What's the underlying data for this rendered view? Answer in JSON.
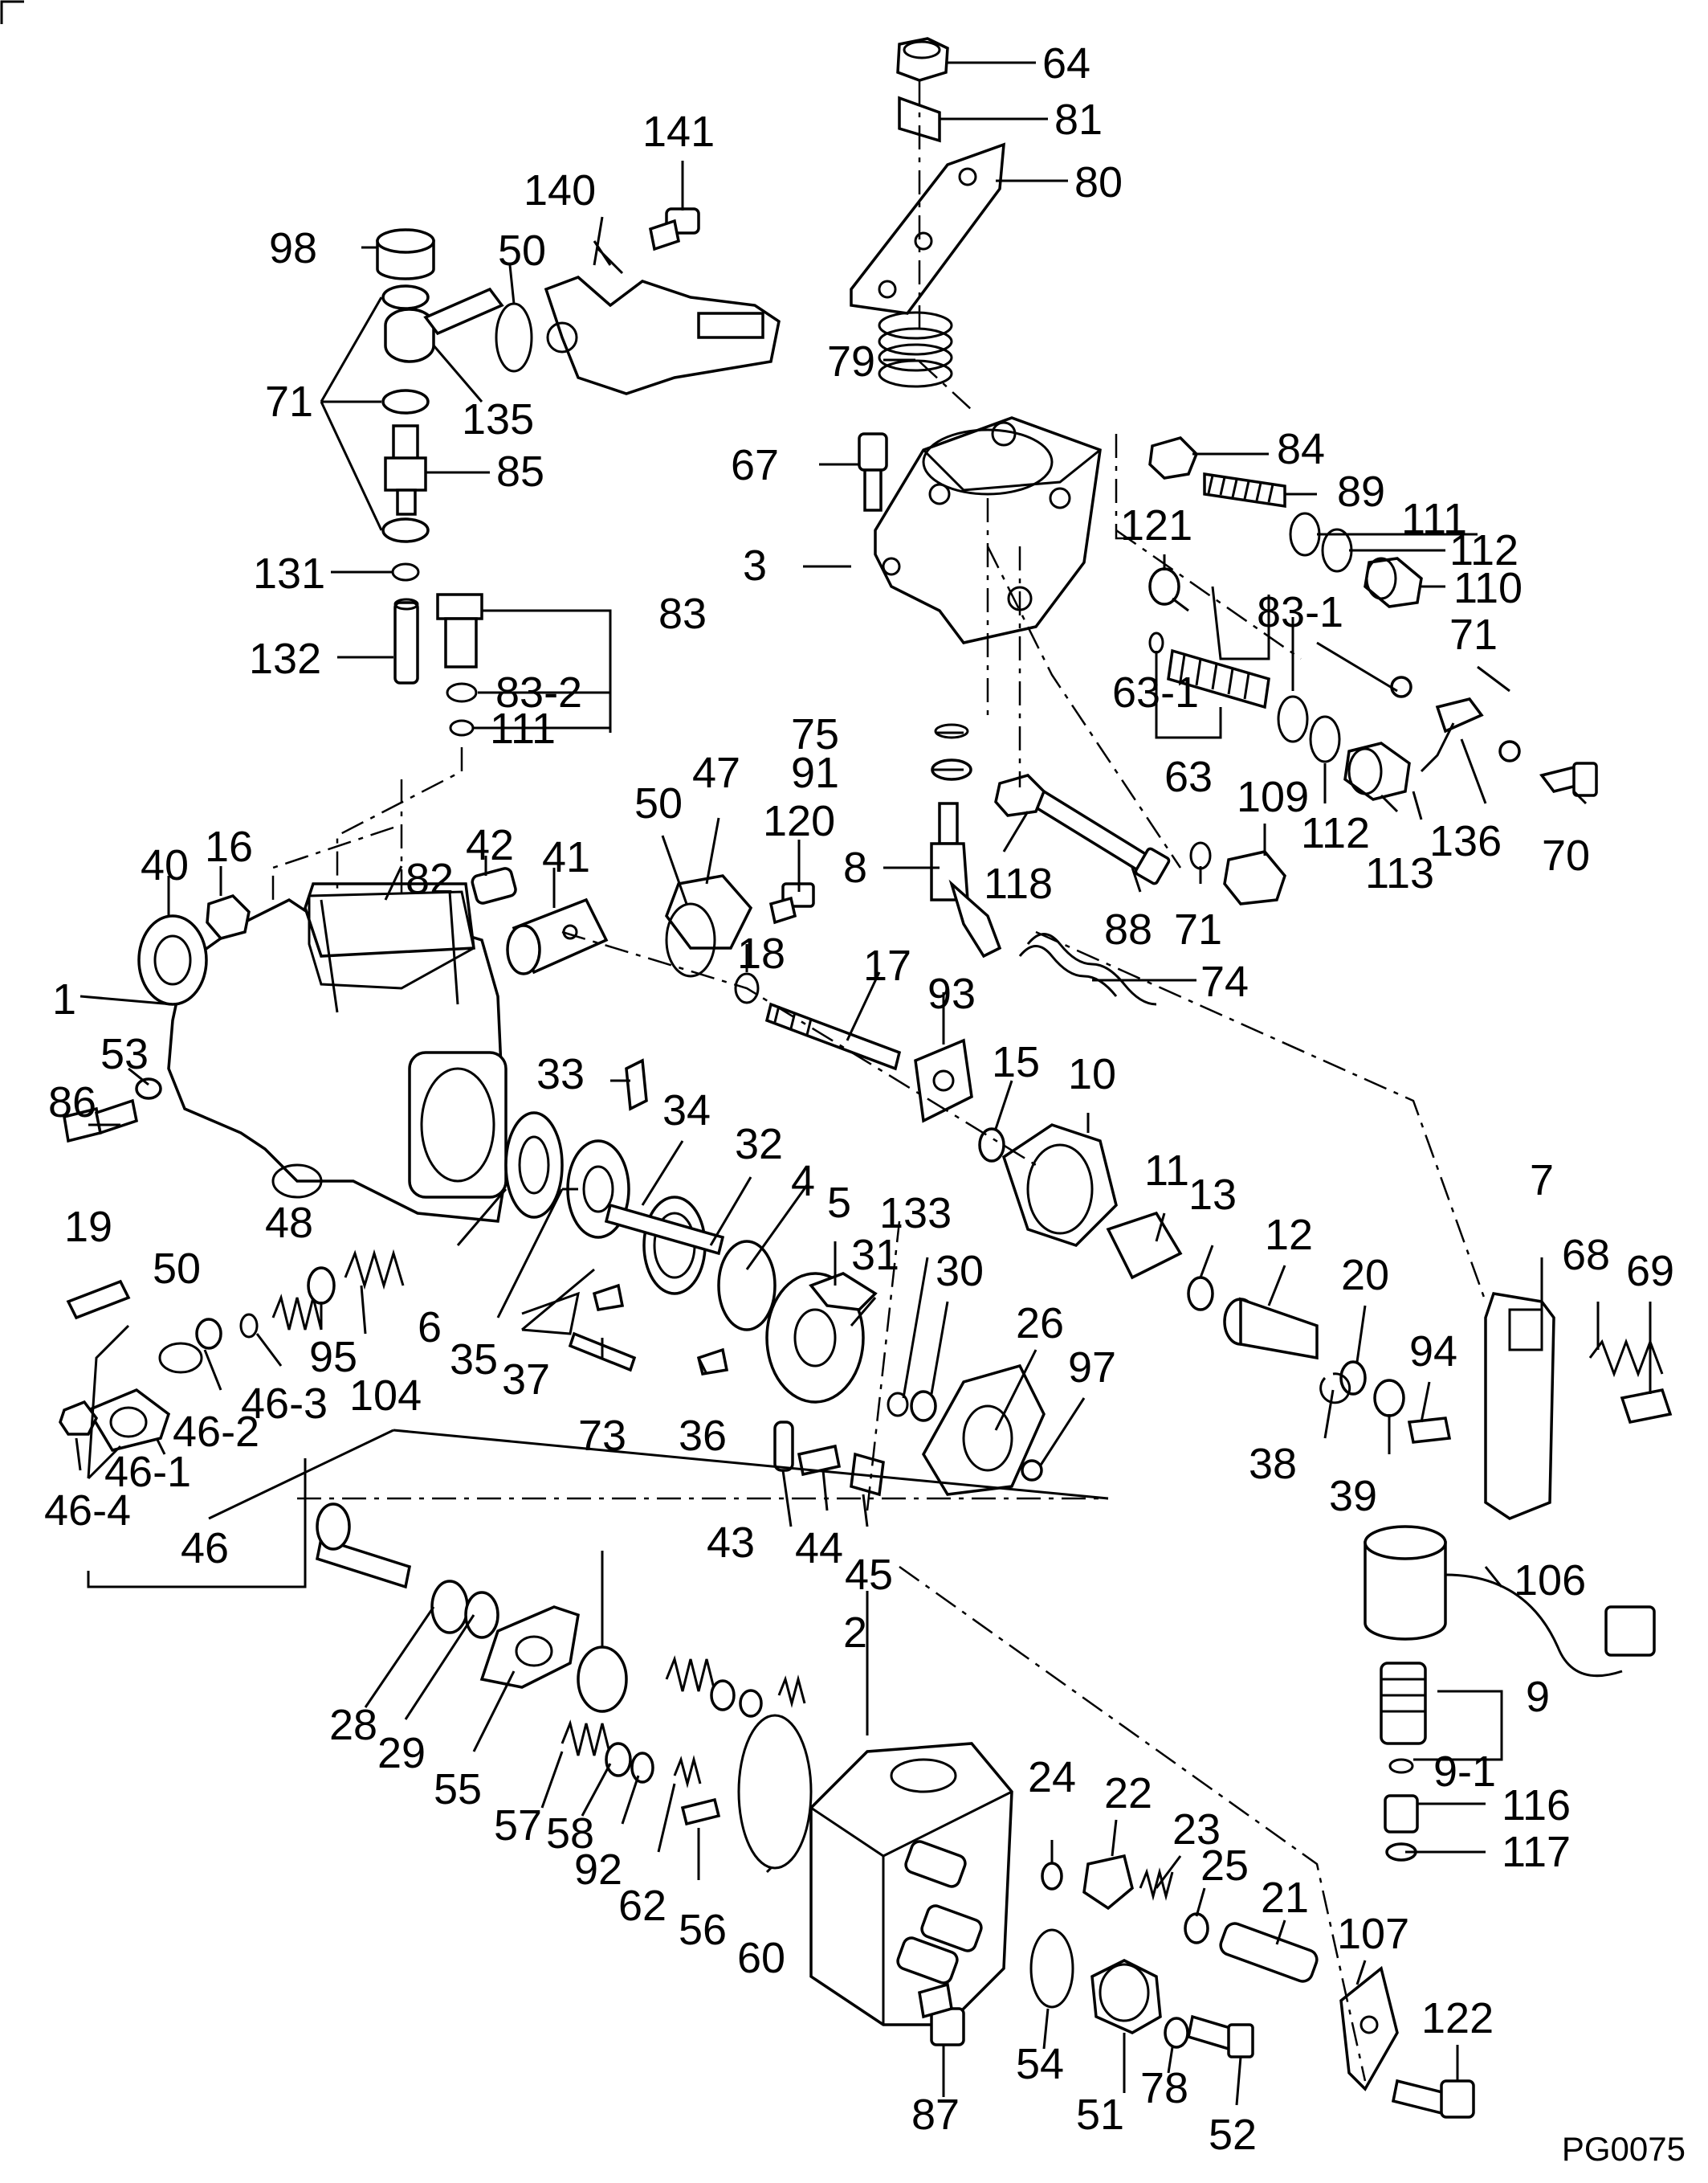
{
  "drawing_code": "PG0075",
  "callouts": [
    "64",
    "81",
    "80",
    "141",
    "140",
    "98",
    "50",
    "79",
    "71",
    "135",
    "85",
    "67",
    "84",
    "89",
    "111",
    "112",
    "110",
    "3",
    "121",
    "131",
    "83",
    "132",
    "83-1",
    "83-2",
    "111",
    "63-1",
    "71",
    "63",
    "75",
    "91",
    "47",
    "50",
    "120",
    "109",
    "112",
    "113",
    "136",
    "70",
    "8",
    "118",
    "88",
    "71",
    "40",
    "16",
    "42",
    "82",
    "41",
    "18",
    "17",
    "74",
    "1",
    "93",
    "53",
    "15",
    "10",
    "86",
    "33",
    "34",
    "32",
    "11",
    "7",
    "4",
    "13",
    "5",
    "133",
    "12",
    "19",
    "50",
    "48",
    "31",
    "30",
    "20",
    "68",
    "69",
    "6",
    "35",
    "26",
    "97",
    "95",
    "37",
    "94",
    "104",
    "46-3",
    "73",
    "36",
    "38",
    "39",
    "46-2",
    "46-1",
    "46-4",
    "43",
    "44",
    "45",
    "46",
    "106",
    "28",
    "29",
    "55",
    "2",
    "9",
    "57",
    "58",
    "92",
    "24",
    "22",
    "23",
    "9-1",
    "62",
    "116",
    "117",
    "56",
    "25",
    "21",
    "107",
    "60",
    "54",
    "51",
    "78",
    "122",
    "87",
    "52"
  ]
}
